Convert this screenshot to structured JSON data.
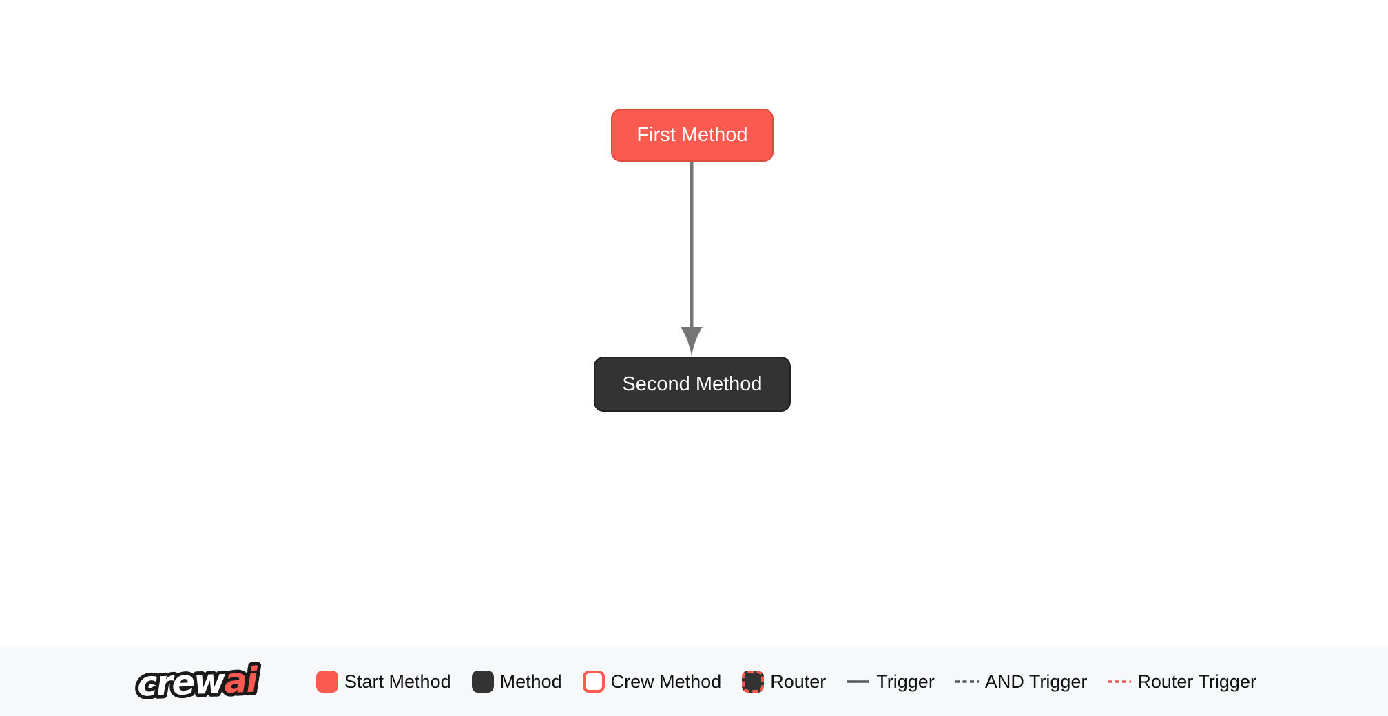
{
  "flow": {
    "nodes": [
      {
        "label": "First Method",
        "type": "start-method"
      },
      {
        "label": "Second Method",
        "type": "method"
      }
    ],
    "edges": [
      {
        "from": "First Method",
        "to": "Second Method",
        "type": "trigger",
        "direction": "down"
      }
    ]
  },
  "legend": {
    "logo": {
      "crew": "crew",
      "ai": "ai"
    },
    "items": [
      {
        "label": "Start Method",
        "swatch": "start-method-swatch"
      },
      {
        "label": "Method",
        "swatch": "method-swatch"
      },
      {
        "label": "Crew Method",
        "swatch": "crew-method-swatch"
      },
      {
        "label": "Router",
        "swatch": "router-swatch"
      },
      {
        "label": "Trigger",
        "swatch": "trigger-solid-line"
      },
      {
        "label": "AND Trigger",
        "swatch": "and-trigger-dashed-line"
      },
      {
        "label": "Router Trigger",
        "swatch": "router-trigger-dashed-line"
      }
    ]
  },
  "colors": {
    "start_method_fill": "#FA5A50",
    "start_method_border": "#DD4A40",
    "method_fill": "#333333",
    "method_border": "#222222",
    "edge": "#757575",
    "trigger_line": "#555555",
    "and_trigger_line": "#555555",
    "router_trigger_line": "#FA5A50",
    "legend_background": "#F7F8FA",
    "legend_text": "#111111",
    "node_text": "#FFFFFF",
    "logo_crew_fill": "#FFFFFF",
    "logo_ai_fill": "#FA5A50",
    "logo_outline": "#1A1A1A"
  }
}
